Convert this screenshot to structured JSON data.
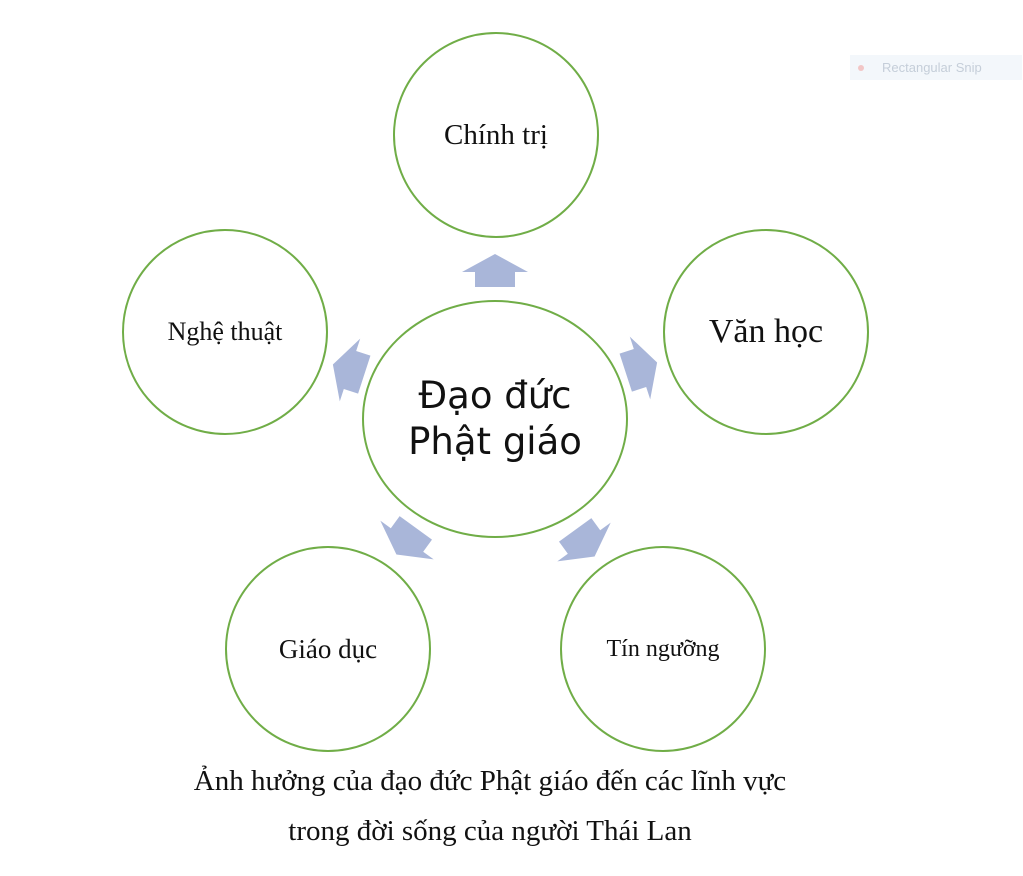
{
  "diagram": {
    "center": {
      "line1": "Đạo đức",
      "line2": "Phật giáo"
    },
    "nodes": [
      {
        "id": "chinh-tri",
        "label": "Chính trị"
      },
      {
        "id": "van-hoc",
        "label": "Văn học"
      },
      {
        "id": "tin-nguong",
        "label": "Tín ngưỡng"
      },
      {
        "id": "giao-duc",
        "label": "Giáo dục"
      },
      {
        "id": "nghe-thuat",
        "label": "Nghệ thuật"
      }
    ],
    "caption": {
      "line1": "Ảnh hưởng của đạo đức Phật giáo đến các lĩnh vực",
      "line2": "trong đời sống của người Thái Lan"
    }
  },
  "overlay": {
    "snip_label": "Rectangular Snip"
  },
  "colors": {
    "circle_border": "#70ad47",
    "arrow_fill": "#a9b6d9"
  }
}
